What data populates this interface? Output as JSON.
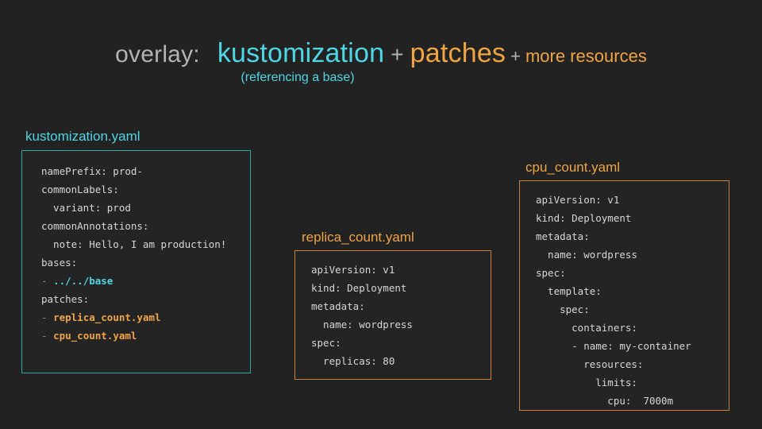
{
  "colors": {
    "background": "#222222",
    "card_background": "#242424",
    "cyan": "#4fd6e4",
    "cyan_border": "#2aa9a6",
    "orange": "#f0a442",
    "orange_border": "#c8803a",
    "grey_text": "#b3b3b3",
    "code_text": "#d6d6d6",
    "dash_grey": "#8c8c8c"
  },
  "heading": {
    "prefix": "overlay:",
    "term_1": "kustomization",
    "plus_1": "+",
    "term_2": "patches",
    "plus_2": "+",
    "term_3": "more resources",
    "subcaption": "(referencing a base)"
  },
  "cards": [
    {
      "id": "kustomization",
      "label": "kustomization.yaml",
      "accent": "#4fd6e4",
      "lines": [
        [
          {
            "t": "namePrefix: prod-",
            "c": "plain"
          }
        ],
        [
          {
            "t": "commonLabels:",
            "c": "plain"
          }
        ],
        [
          {
            "t": "  variant: prod",
            "c": "plain"
          }
        ],
        [
          {
            "t": "commonAnnotations:",
            "c": "plain"
          }
        ],
        [
          {
            "t": "  note: Hello, I am production!",
            "c": "plain"
          }
        ],
        [
          {
            "t": "bases:",
            "c": "plain"
          }
        ],
        [
          {
            "t": "- ",
            "c": "dash"
          },
          {
            "t": "../../base",
            "c": "cyan"
          }
        ],
        [
          {
            "t": "patches:",
            "c": "plain"
          }
        ],
        [
          {
            "t": "- ",
            "c": "dash"
          },
          {
            "t": "replica_count.yaml",
            "c": "orange"
          }
        ],
        [
          {
            "t": "- ",
            "c": "dash"
          },
          {
            "t": "cpu_count.yaml",
            "c": "orange"
          }
        ]
      ]
    },
    {
      "id": "replica",
      "label": "replica_count.yaml",
      "accent": "#f0a442",
      "lines": [
        [
          {
            "t": "apiVersion: v1",
            "c": "plain"
          }
        ],
        [
          {
            "t": "kind: Deployment",
            "c": "plain"
          }
        ],
        [
          {
            "t": "metadata:",
            "c": "plain"
          }
        ],
        [
          {
            "t": "  name: wordpress",
            "c": "plain"
          }
        ],
        [
          {
            "t": "spec:",
            "c": "plain"
          }
        ],
        [
          {
            "t": "  replicas: 80",
            "c": "plain"
          }
        ]
      ]
    },
    {
      "id": "cpu",
      "label": "cpu_count.yaml",
      "accent": "#f0a442",
      "lines": [
        [
          {
            "t": "apiVersion: v1",
            "c": "plain"
          }
        ],
        [
          {
            "t": "kind: Deployment",
            "c": "plain"
          }
        ],
        [
          {
            "t": "metadata:",
            "c": "plain"
          }
        ],
        [
          {
            "t": "  name: wordpress",
            "c": "plain"
          }
        ],
        [
          {
            "t": "spec:",
            "c": "plain"
          }
        ],
        [
          {
            "t": "  template:",
            "c": "plain"
          }
        ],
        [
          {
            "t": "    spec:",
            "c": "plain"
          }
        ],
        [
          {
            "t": "      containers:",
            "c": "plain"
          }
        ],
        [
          {
            "t": "      - name: my-container",
            "c": "plain"
          }
        ],
        [
          {
            "t": "        resources:",
            "c": "plain"
          }
        ],
        [
          {
            "t": "          limits:",
            "c": "plain"
          }
        ],
        [
          {
            "t": "            cpu:  7000m",
            "c": "plain"
          }
        ]
      ]
    }
  ]
}
